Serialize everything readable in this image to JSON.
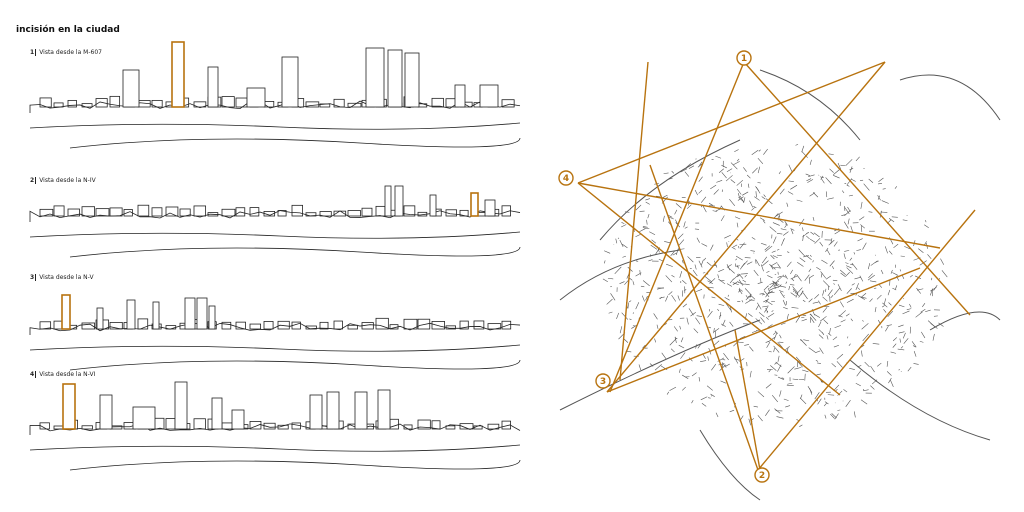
{
  "title": "incisión en la ciudad",
  "views": [
    {
      "number": "1",
      "label": "Vista desde la M-607"
    },
    {
      "number": "2",
      "label": "Vista desde la N-IV"
    },
    {
      "number": "3",
      "label": "Vista desde la N-V"
    },
    {
      "number": "4",
      "label": "Vista desde la N-VI"
    }
  ],
  "map_markers": [
    "1",
    "2",
    "3",
    "4"
  ],
  "colors": {
    "accent": "#b8730f",
    "line": "#222222",
    "map": "#555555"
  }
}
